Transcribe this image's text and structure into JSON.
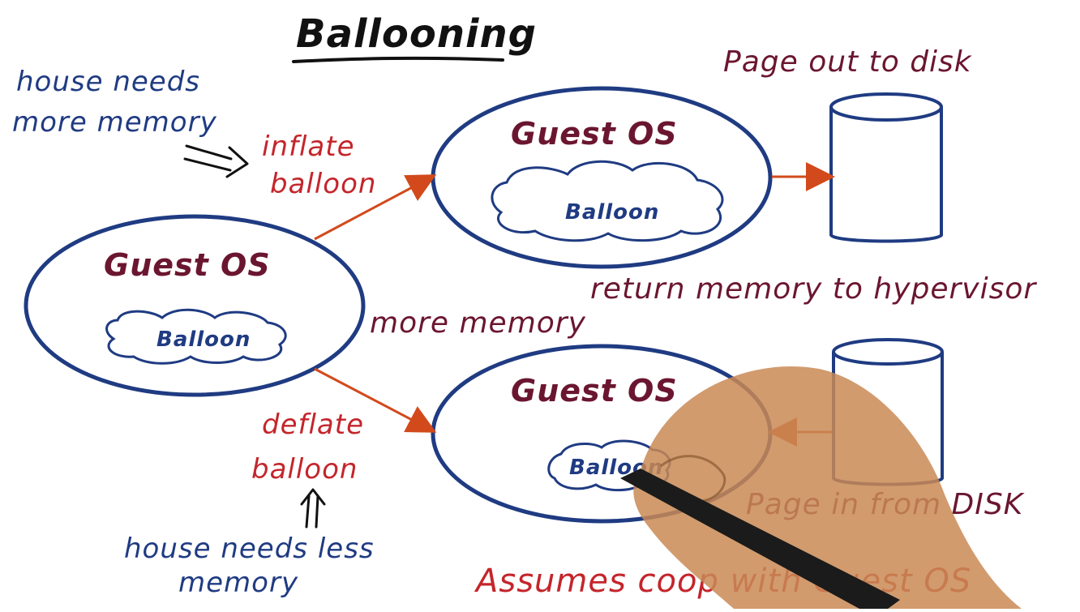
{
  "title": "Ballooning",
  "notes": {
    "house_needs_more_line1": "house needs",
    "house_needs_more_line2": "more memory",
    "inflate_line1": "inflate",
    "inflate_line2": "balloon",
    "deflate_line1": "deflate",
    "deflate_line2": "balloon",
    "house_needs_less_line1": "house needs less",
    "house_needs_less_line2": "memory",
    "page_out": "Page out to disk",
    "return_memory": "return memory to hypervisor",
    "more_memory": "more memory",
    "page_in": "Page in from DISK",
    "assumes": "Assumes coop with Guest OS"
  },
  "nodes": {
    "left_vm": {
      "label": "Guest OS",
      "balloon": "Balloon"
    },
    "top_vm": {
      "label": "Guest OS",
      "balloon": "Balloon"
    },
    "bottom_vm": {
      "label": "Guest OS",
      "balloon": "Balloon"
    }
  },
  "colors": {
    "ink_blue": "#1f3b82",
    "ink_red": "#c4252b",
    "ink_maroon": "#6b1630",
    "arrow_orange": "#d24a1c",
    "ink_black": "#111111"
  }
}
